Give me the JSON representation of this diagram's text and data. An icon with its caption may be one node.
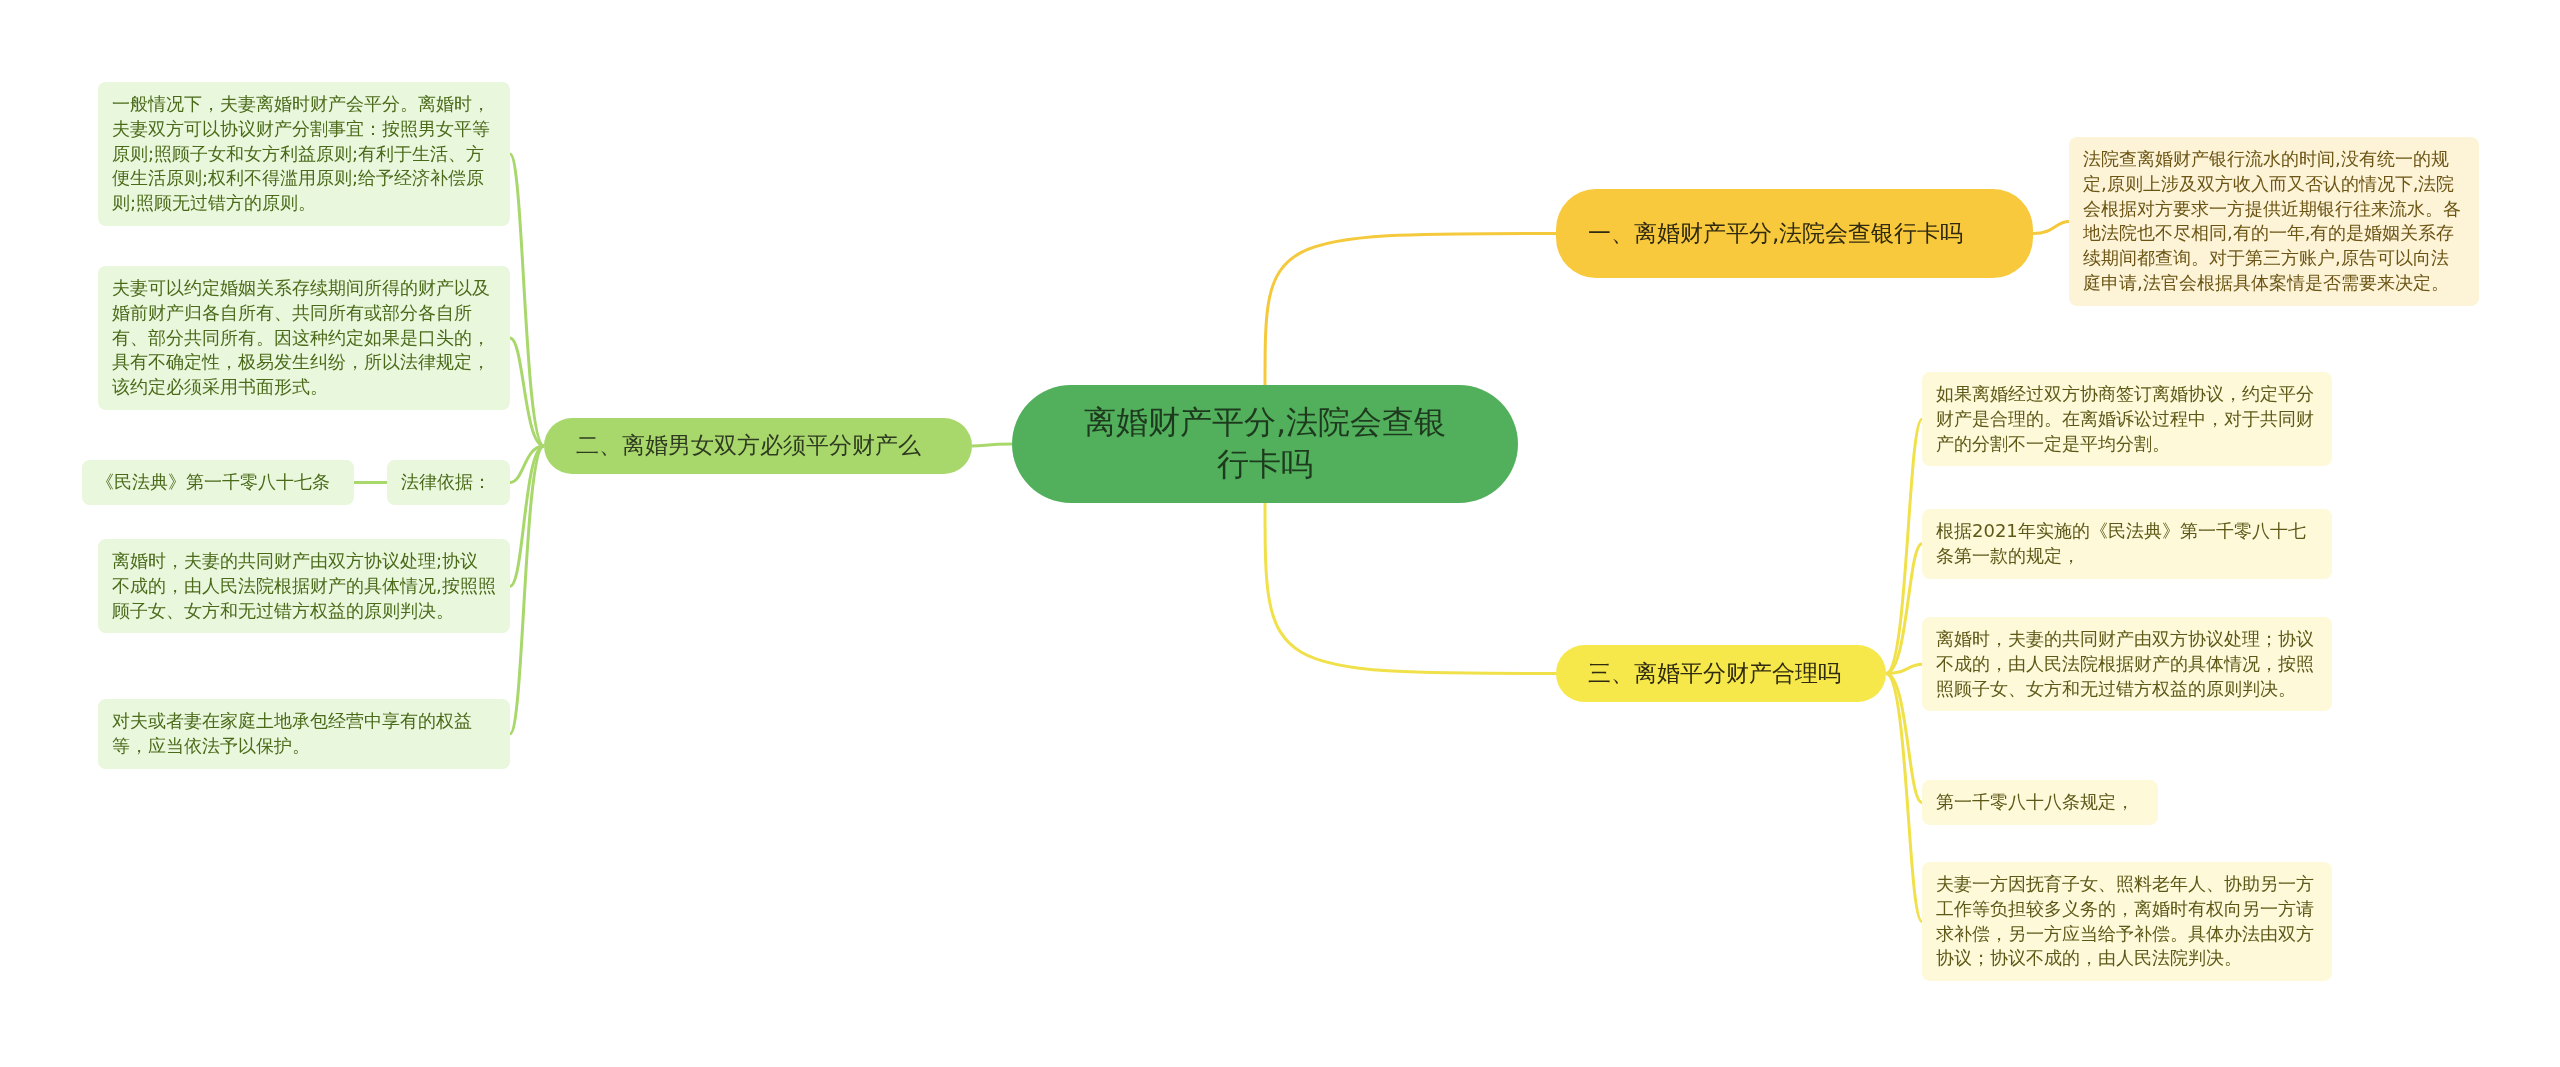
{
  "diagram": {
    "nodes": [
      {
        "text": [
          "离婚财产平分,法院会查银行卡吗"
        ]
      },
      {
        "text": [
          "一、离婚财产平分,法院会查银行卡吗"
        ]
      },
      {
        "text": [
          "法院查离婚财产银行流水的时间,没有统一的规定,原则上涉及双方收入而又否认的情况下,法院会根据对方要求一方提供近期银行往来流水。各地法院也不尽相同,有的一年,有的是婚姻关系存续期间都查询。对于第三方账户,原告可以向法庭申请,法官会根据具体案情是否需要来决定。"
        ]
      },
      {
        "text": [
          "二、离婚男女双方必须平分财产么"
        ]
      },
      {
        "text": [
          "一般情况下，夫妻离婚时财产会平分。离婚时，夫妻双方可以协议财产分割事宜：按照男女平等原则;照顾子女和女方利益原则;有利于生活、方便生活原则;权利不得滥用原则;给予经济补偿原则;照顾无过错方的原则。"
        ]
      },
      {
        "text": [
          "夫妻可以约定婚姻关系存续期间所得的财产以及婚前财产归各自所有、共同所有或部分各自所有、部分共同所有。因这种约定如果是口头的，具有不确定性，极易发生纠纷，所以法律规定，该约定必须采用书面形式。"
        ]
      },
      {
        "text": [
          "法律依据："
        ]
      },
      {
        "text": [
          "《民法典》第一千零八十七条"
        ]
      },
      {
        "text": [
          "离婚时，夫妻的共同财产由双方协议处理;协议不成的，由人民法院根据财产的具体情况,按照照顾子女、女方和无过错方权益的原则判决。"
        ]
      },
      {
        "text": [
          "对夫或者妻在家庭土地承包经营中享有的权益等，应当依法予以保护。"
        ]
      },
      {
        "text": [
          "三、离婚平分财产合理吗"
        ]
      },
      {
        "text": [
          "如果离婚经过双方协商签订离婚协议，约定平分财产是合理的。在离婚诉讼过程中，对于共同财产的分割不一定是平均分割。"
        ]
      },
      {
        "text": [
          "根据2021年实施的《民法典》第一千零八十七条第一款的规定，"
        ]
      },
      {
        "text": [
          "离婚时，夫妻的共同财产由双方协议处理；协议不成的，由人民法院根据财产的具体情况，按照照顾子女、女方和无过错方权益的原则判决。"
        ]
      },
      {
        "text": [
          "第一千零八十八条规定，"
        ]
      },
      {
        "text": [
          "夫妻一方因抚育子女、照料老年人、协助另一方工作等负担较多义务的，离婚时有权向另一方请求补偿，另一方应当给予补偿。具体办法由双方协议；协议不成的，由人民法院判决。"
        ]
      }
    ],
    "edges": [
      {
        "from": 0,
        "to": 1,
        "arrow": "none",
        "color": "#f5c93c"
      },
      {
        "from": 1,
        "to": 2,
        "arrow": "none",
        "color": "#f5c93c"
      },
      {
        "from": 0,
        "to": 3,
        "arrow": "none"
      },
      {
        "from": 3,
        "to": 4,
        "arrow": "none"
      },
      {
        "from": 3,
        "to": 5,
        "arrow": "none"
      },
      {
        "from": 3,
        "to": 6,
        "arrow": "none"
      },
      {
        "from": 6,
        "to": 7,
        "arrow": "none"
      },
      {
        "from": 3,
        "to": 8,
        "arrow": "none"
      },
      {
        "from": 3,
        "to": 9,
        "arrow": "none"
      },
      {
        "from": 0,
        "to": 10,
        "arrow": "none",
        "color": "#f0e14a"
      },
      {
        "from": 10,
        "to": 11,
        "arrow": "none",
        "color": "#f0e14a"
      },
      {
        "from": 10,
        "to": 12,
        "arrow": "none",
        "color": "#f0e14a"
      },
      {
        "from": 10,
        "to": 13,
        "arrow": "none",
        "color": "#f0e14a"
      },
      {
        "from": 10,
        "to": 14,
        "arrow": "none",
        "color": "#f0e14a"
      },
      {
        "from": 10,
        "to": 15,
        "arrow": "none",
        "color": "#f0e14a"
      }
    ]
  }
}
